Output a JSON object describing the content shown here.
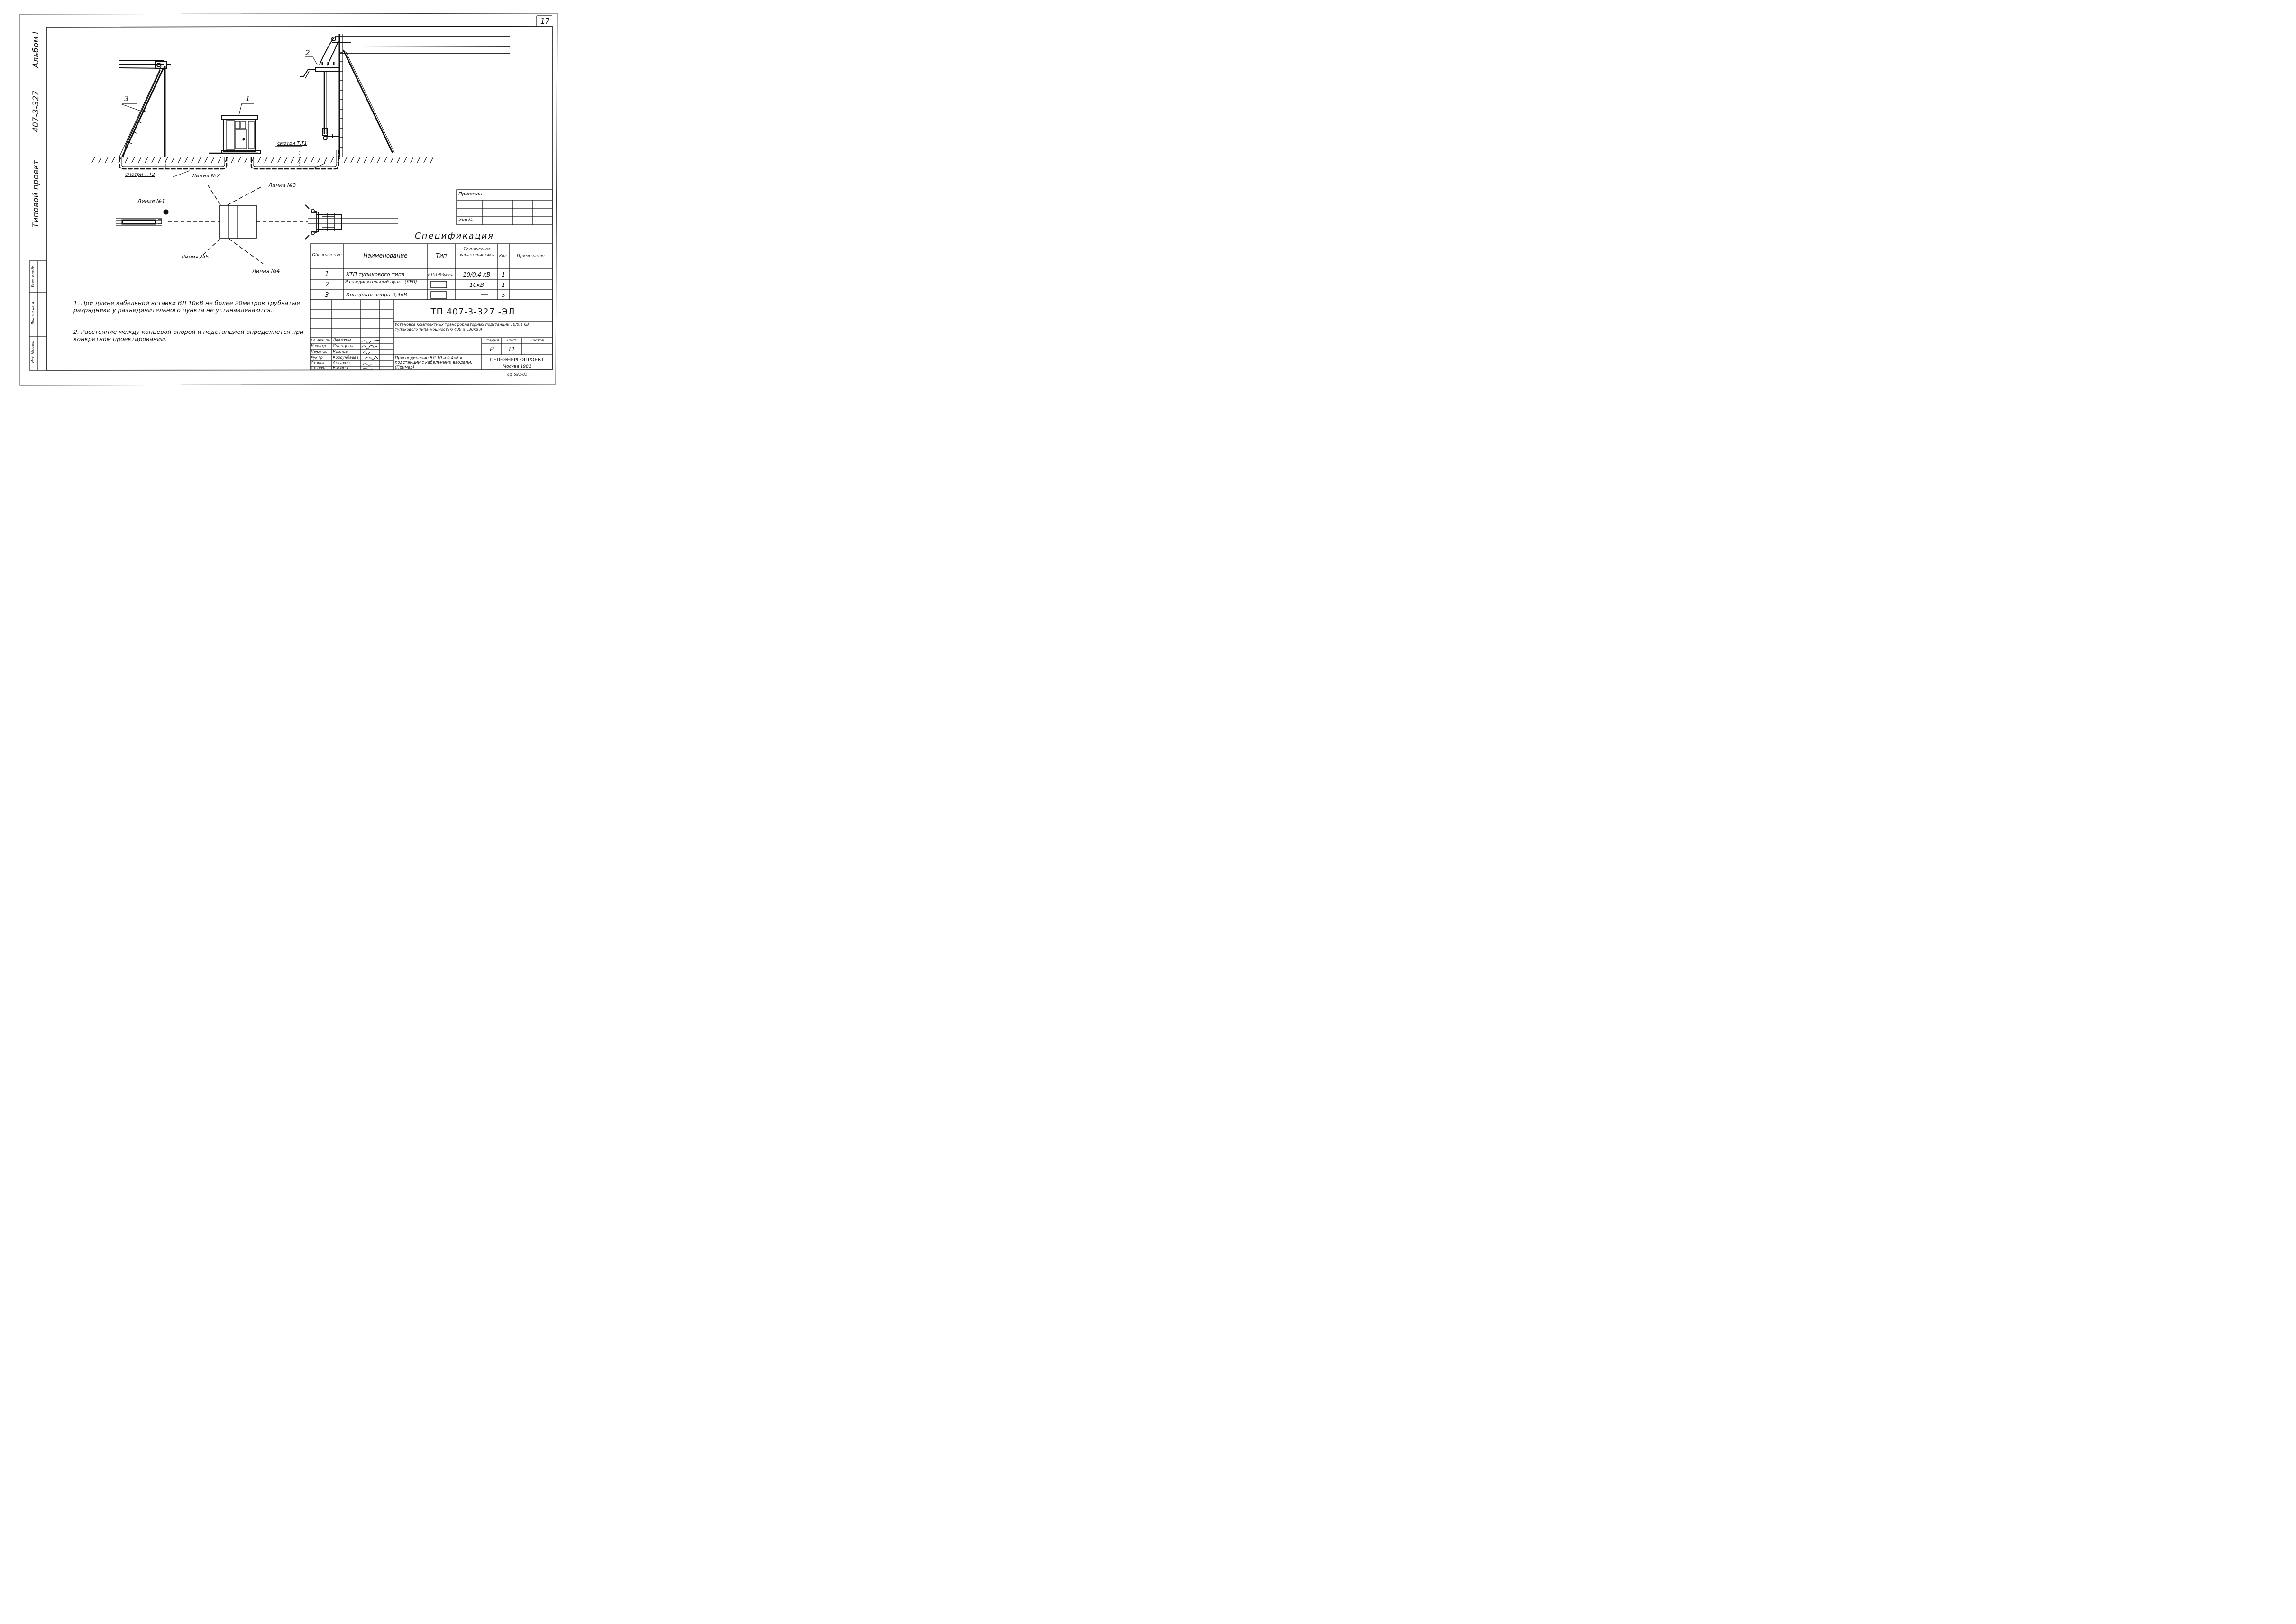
{
  "sheet": {
    "sheet_number": "17",
    "album": "Альбом I",
    "project_code": "407-3-327",
    "project_type": "Типовой проект",
    "side_stamp": [
      "Инв. №подл.",
      "Подп. и дата",
      "Взам. инв.№"
    ]
  },
  "drawing": {
    "labels": {
      "item1": "1",
      "item2": "2",
      "item3": "3",
      "see_t2": "смотри Т.Т2",
      "see_t1": "смотри Т.Т1",
      "line1": "Линия №1",
      "line2": "Линия №2",
      "line3": "Линия №3",
      "line4": "Линия №4",
      "line5": "Линия №5"
    }
  },
  "notes": [
    "1. При длине кабельной вставки ВЛ 10кВ не более 20метров трубчатые разрядники у разъединительного пункта не устанавливаются.",
    "2. Расстояние между концевой опорой и подстанцией определяется при конкретном проектировании."
  ],
  "binding_box": {
    "title": "Привязан",
    "inv_label": "Инв.№"
  },
  "specification": {
    "title": "Спецификация",
    "headers": [
      "Обозначение",
      "Наименование",
      "Тип",
      "Техническая характеристика",
      "Кол.",
      "Примечания"
    ],
    "rows": [
      {
        "pos": "1",
        "name": "КТП тупикового типа",
        "type": "КТПТ-К-630-1",
        "tech": "10/0,4 кВ",
        "qty": "1",
        "note": ""
      },
      {
        "pos": "2",
        "name": "Разъединительный пункт (ЛРП)",
        "type": "",
        "tech": "10кВ",
        "qty": "1",
        "note": ""
      },
      {
        "pos": "3",
        "name": "Концевая опора 0,4кВ",
        "type": "",
        "tech": "—",
        "qty": "5",
        "note": ""
      }
    ]
  },
  "title_block": {
    "doc_code": "ТП 407-3-327 -ЭЛ",
    "project_title": "Установка комплектных трансформаторных подстанций 10/0,4 кВ тупикового типа мощностью 400 и 630кВ·А",
    "sheet_title": "Присоединение ВЛ 10 и 0,4кВ к подстанции с кабельными вводами. (Пример)",
    "stage_label": "Стадия",
    "sheet_label": "Лист",
    "sheets_label": "Листов",
    "stage": "Р",
    "sheet": "11",
    "sheets": "",
    "organization": "СЕЛЬЭНЕРГОПРОЕКТ",
    "city_year": "Москва 1981",
    "format_code": "сф 591-01",
    "signatures": [
      {
        "role": "Гл.инж.пр.",
        "name": "Левитин"
      },
      {
        "role": "Н.контр.",
        "name": "Солнцева"
      },
      {
        "role": "Нач.отд.",
        "name": "Козлов"
      },
      {
        "role": "Рук.гр.",
        "name": "Корсунбаева"
      },
      {
        "role": "Ст.инж.",
        "name": "Астахов"
      },
      {
        "role": "Ст.техн.",
        "name": "Васина"
      }
    ]
  }
}
